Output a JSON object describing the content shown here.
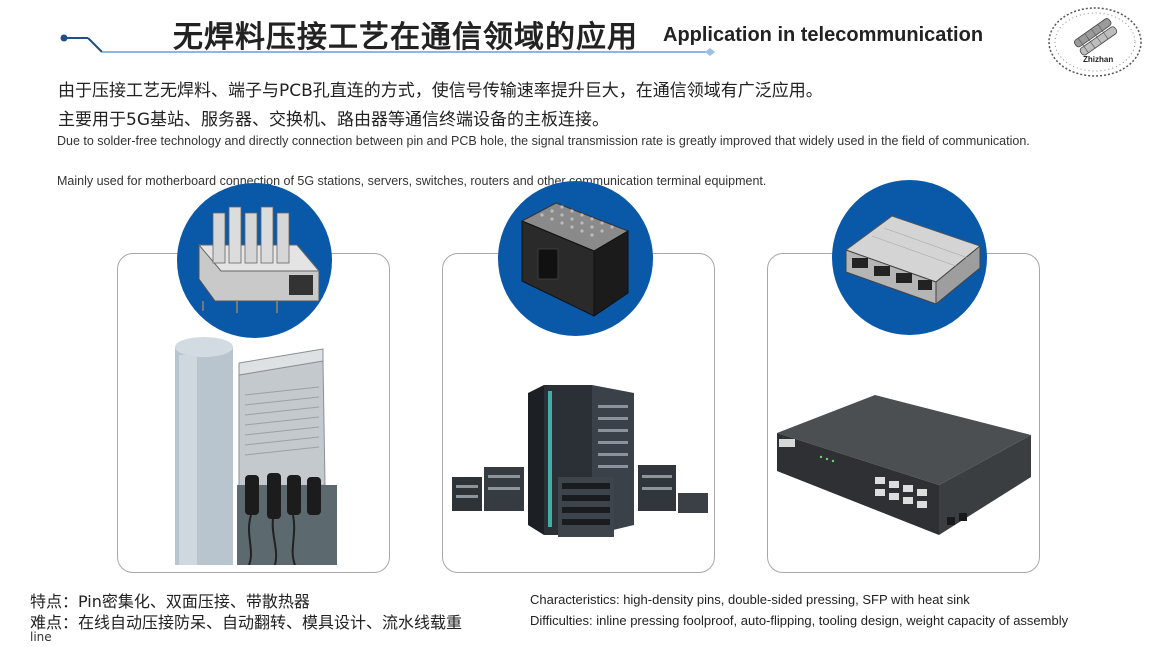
{
  "header": {
    "title_zh": "无焊料压接工艺在通信领域的应用",
    "title_en": "Application in telecommunication",
    "logo_text": "Zhizhan"
  },
  "intro": {
    "zh_line1": "由于压接工艺无焊料、端子与PCB孔直连的方式，使信号传输速率提升巨大，在通信领域有广泛应用。",
    "zh_line2": "主要用于5G基站、服务器、交换机、路由器等通信终端设备的主板连接。",
    "en_line1": "Due to solder-free technology and directly connection between pin and PCB hole, the signal transmission rate is greatly improved that widely used in the field of communication.",
    "en_line2": "Mainly used for motherboard connection of 5G stations, servers, switches, routers and other communication terminal equipment."
  },
  "cards": [
    {
      "connector_icon": "sfp-cage-heatsink-icon",
      "device_icon": "5g-base-station-icon"
    },
    {
      "connector_icon": "high-density-connector-icon",
      "device_icon": "server-rack-icon"
    },
    {
      "connector_icon": "sfp-cage-icon",
      "device_icon": "network-switch-icon"
    }
  ],
  "footer": {
    "zh_characteristics": "特点：Pin密集化、双面压接、带散热器",
    "zh_difficulties": "难点：在线自动压接防呆、自动翻转、模具设计、流水线载重",
    "zh_difficulties_wrap": "line",
    "en_characteristics": "Characteristics: high-density pins, double-sided pressing, SFP with heat sink",
    "en_difficulties": "Difficulties: inline pressing foolproof, auto-flipping, tooling design, weight capacity of assembly"
  },
  "colors": {
    "accent_blue": "#0a58a8",
    "line_blue": "#1f5fa0",
    "card_border": "#a8a8a8"
  }
}
